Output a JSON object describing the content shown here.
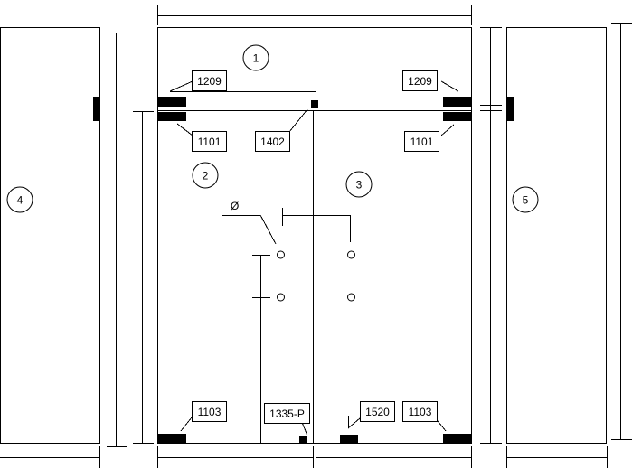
{
  "diagram": {
    "part_labels": {
      "top_left_upper": "1209",
      "top_right_upper": "1209",
      "top_left_lower": "1101",
      "top_center": "1402",
      "top_right_lower": "1101",
      "bottom_left": "1103",
      "bottom_center_left": "1335-P",
      "bottom_center_right": "1520",
      "bottom_right": "1103"
    },
    "panel_numbers": {
      "transom": "1",
      "left_door": "2",
      "right_door": "3",
      "left_side_panel": "4",
      "right_side_panel": "5"
    },
    "diameter_symbol": "Ø"
  }
}
